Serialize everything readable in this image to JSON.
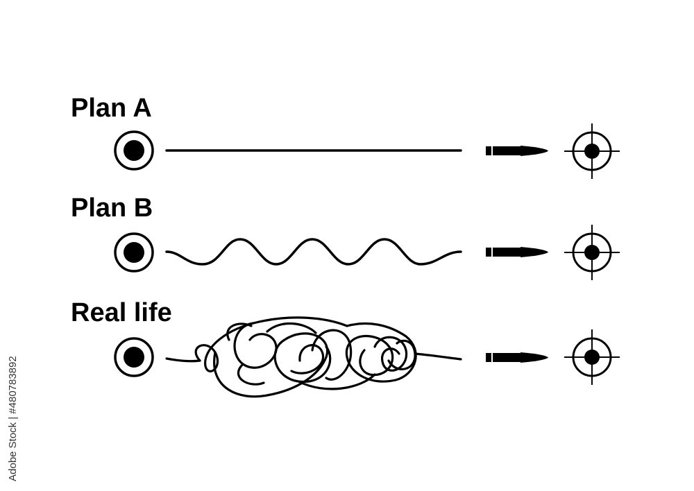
{
  "colors": {
    "ink": "#000000",
    "background": "#ffffff",
    "watermark": "#333333"
  },
  "rows": [
    {
      "label": "Plan A",
      "path_style": "straight",
      "start_icon": "dot-circle-icon",
      "projectile_icon": "bullet-icon",
      "target_icon": "crosshair-icon"
    },
    {
      "label": "Plan B",
      "path_style": "wave",
      "start_icon": "dot-circle-icon",
      "projectile_icon": "bullet-icon",
      "target_icon": "crosshair-icon"
    },
    {
      "label": "Real life",
      "path_style": "tangled",
      "start_icon": "dot-circle-icon",
      "projectile_icon": "bullet-icon",
      "target_icon": "crosshair-icon"
    }
  ],
  "watermark": {
    "text": "Adobe Stock | #480783892"
  }
}
